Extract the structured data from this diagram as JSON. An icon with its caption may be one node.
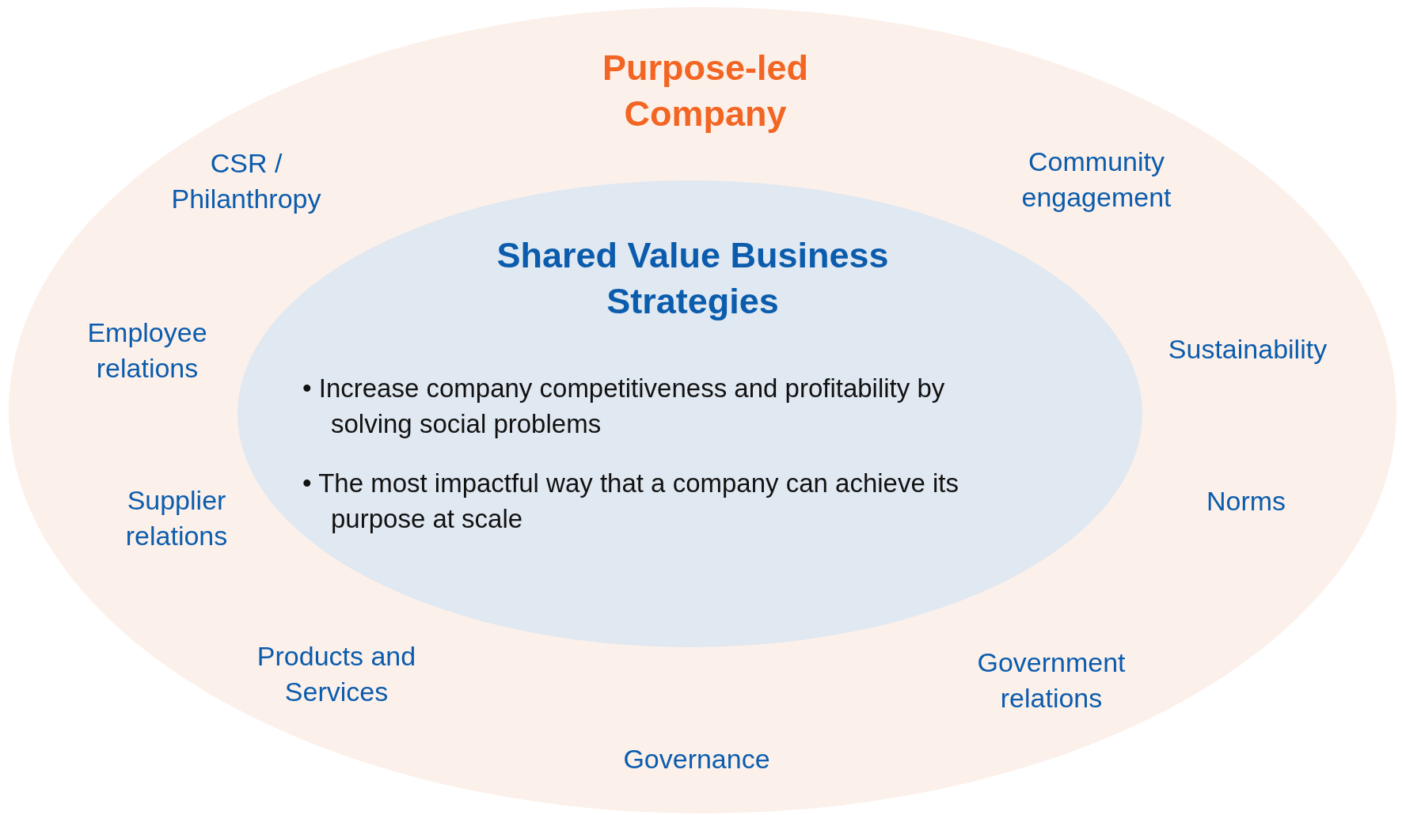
{
  "diagram": {
    "nodes": [
      {
        "text": [
          "Purpose-led Company"
        ]
      },
      {
        "text": [
          "Shared Value Business Strategies",
          "• Increase company competitiveness and profitability by solving social problems",
          "• The most impactful way that a company can achieve its purpose at scale"
        ],
        "in": 0
      }
    ],
    "edges": [],
    "labels": [
      "CSR / Philanthropy",
      "Community engagement",
      "Employee relations",
      "Sustainability",
      "Supplier relations",
      "Norms",
      "Products and Services",
      "Government relations",
      "Governance"
    ]
  }
}
